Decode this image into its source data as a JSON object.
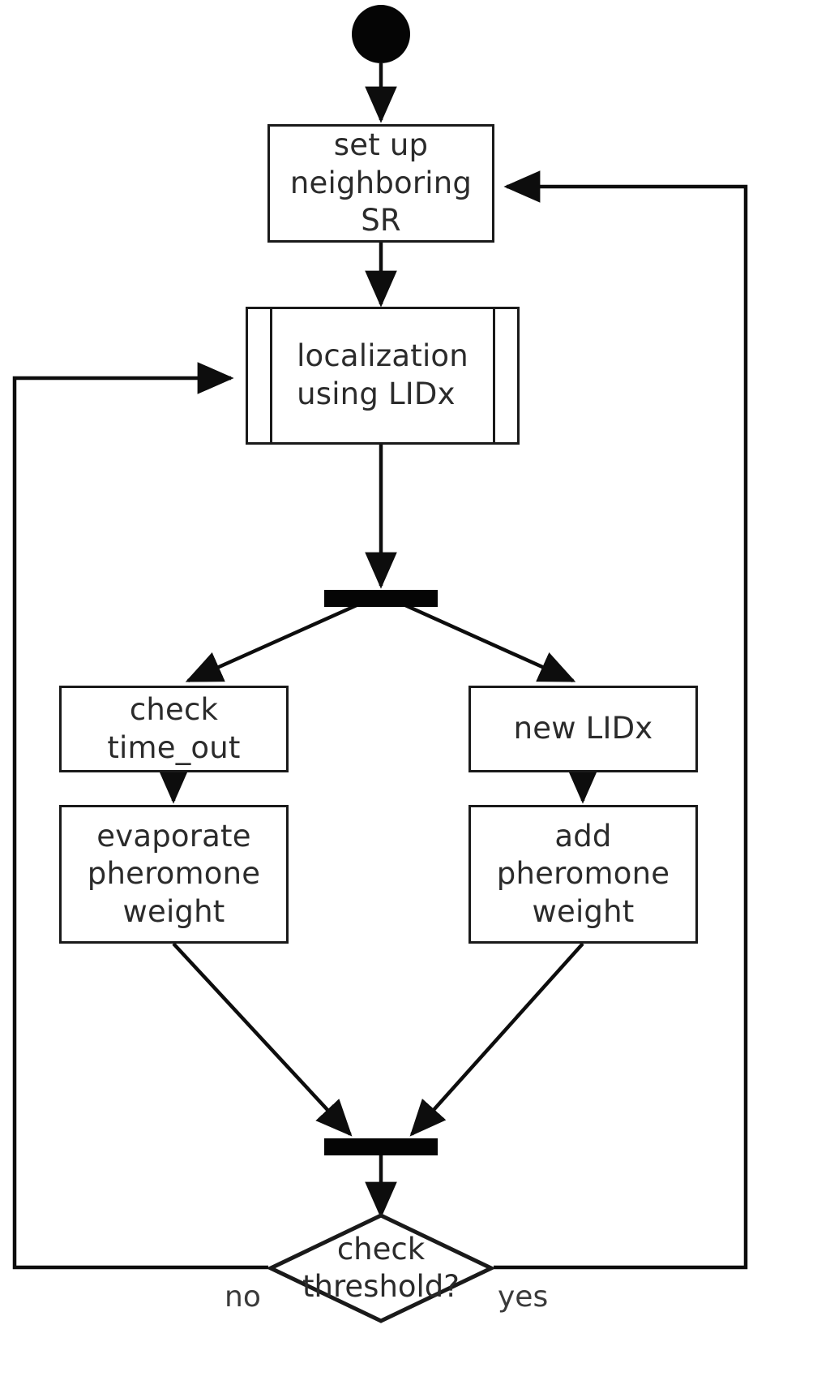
{
  "diagram": {
    "title": "UML activity diagram",
    "stroke_color": "#1a1a1a",
    "fill_color": "#ffffff",
    "text_color": "#2b2b2b",
    "background": "#ffffff",
    "nodes": {
      "initial": {
        "kind": "initial-node",
        "label": ""
      },
      "setup": {
        "kind": "activity",
        "label": "set up\nneighboring\nSR"
      },
      "localization": {
        "kind": "subroutine",
        "label": "localization\nusing LIDx"
      },
      "fork": {
        "kind": "fork-bar",
        "label": ""
      },
      "check_timeout": {
        "kind": "activity",
        "label": "check\ntime_out"
      },
      "new_lidx": {
        "kind": "activity",
        "label": "new LIDx"
      },
      "evaporate": {
        "kind": "activity",
        "label": "evaporate\npheromone\nweight"
      },
      "add": {
        "kind": "activity",
        "label": "add\npheromone\nweight"
      },
      "join": {
        "kind": "join-bar",
        "label": ""
      },
      "decision": {
        "kind": "decision",
        "label": "check\nthreshold?"
      }
    },
    "edge_labels": {
      "no": "no",
      "yes": "yes"
    }
  }
}
